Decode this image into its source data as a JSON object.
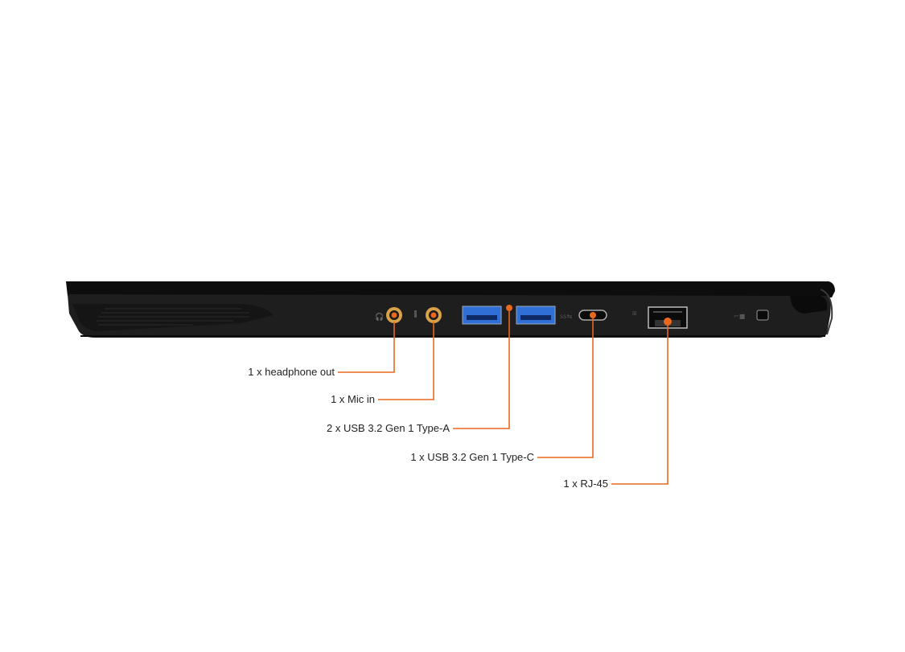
{
  "colors": {
    "background": "#ffffff",
    "chassis": "#1e1e1e",
    "chassis_edge": "#0b0b0b",
    "callout_orange": "#e8681e",
    "audio_ring": "#d8a24a",
    "usb_blue": "#2f6fd6",
    "label_text": "#222222"
  },
  "ports": [
    {
      "id": "headphone",
      "label": "1 x headphone out",
      "icon": "headphone-jack-icon"
    },
    {
      "id": "mic",
      "label": "1 x Mic in",
      "icon": "mic-jack-icon"
    },
    {
      "id": "usb_a",
      "label": "2 x USB 3.2 Gen 1 Type-A",
      "icon": "usb-a-port-icon"
    },
    {
      "id": "usb_c",
      "label": "1 x USB 3.2 Gen 1 Type-C",
      "icon": "usb-c-port-icon"
    },
    {
      "id": "rj45",
      "label": "1 x RJ-45",
      "icon": "ethernet-port-icon"
    }
  ],
  "other_icons": [
    "kensington-lock-icon"
  ]
}
